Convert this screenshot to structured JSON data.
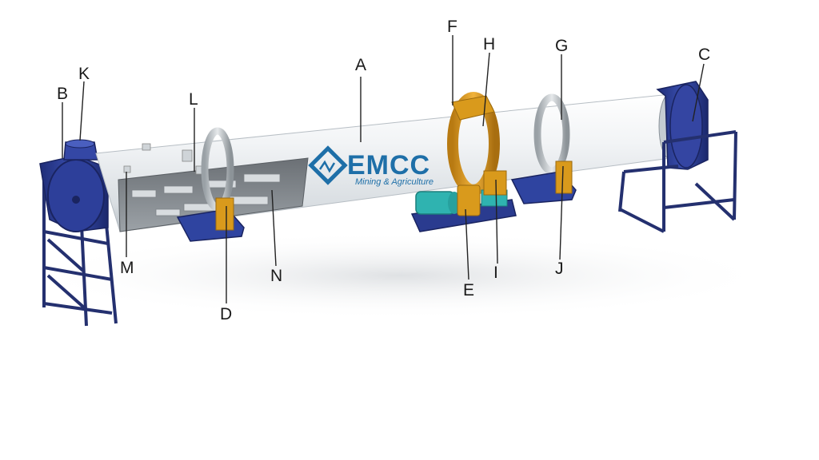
{
  "brand": {
    "name": "EMCC",
    "tagline": "Mining & Agriculture",
    "color": "#1e6fa8"
  },
  "colors": {
    "drum": "#e9edf0",
    "frame": "#2b3a8c",
    "ring": "#d99a1c",
    "motor": "#2fb3b0",
    "base": "#2a3b8f"
  },
  "labels": {
    "A": "A",
    "B": "B",
    "C": "C",
    "D": "D",
    "E": "E",
    "F": "F",
    "G": "G",
    "H": "H",
    "I": "I",
    "J": "J",
    "K": "K",
    "L": "L",
    "M": "M",
    "N": "N"
  }
}
